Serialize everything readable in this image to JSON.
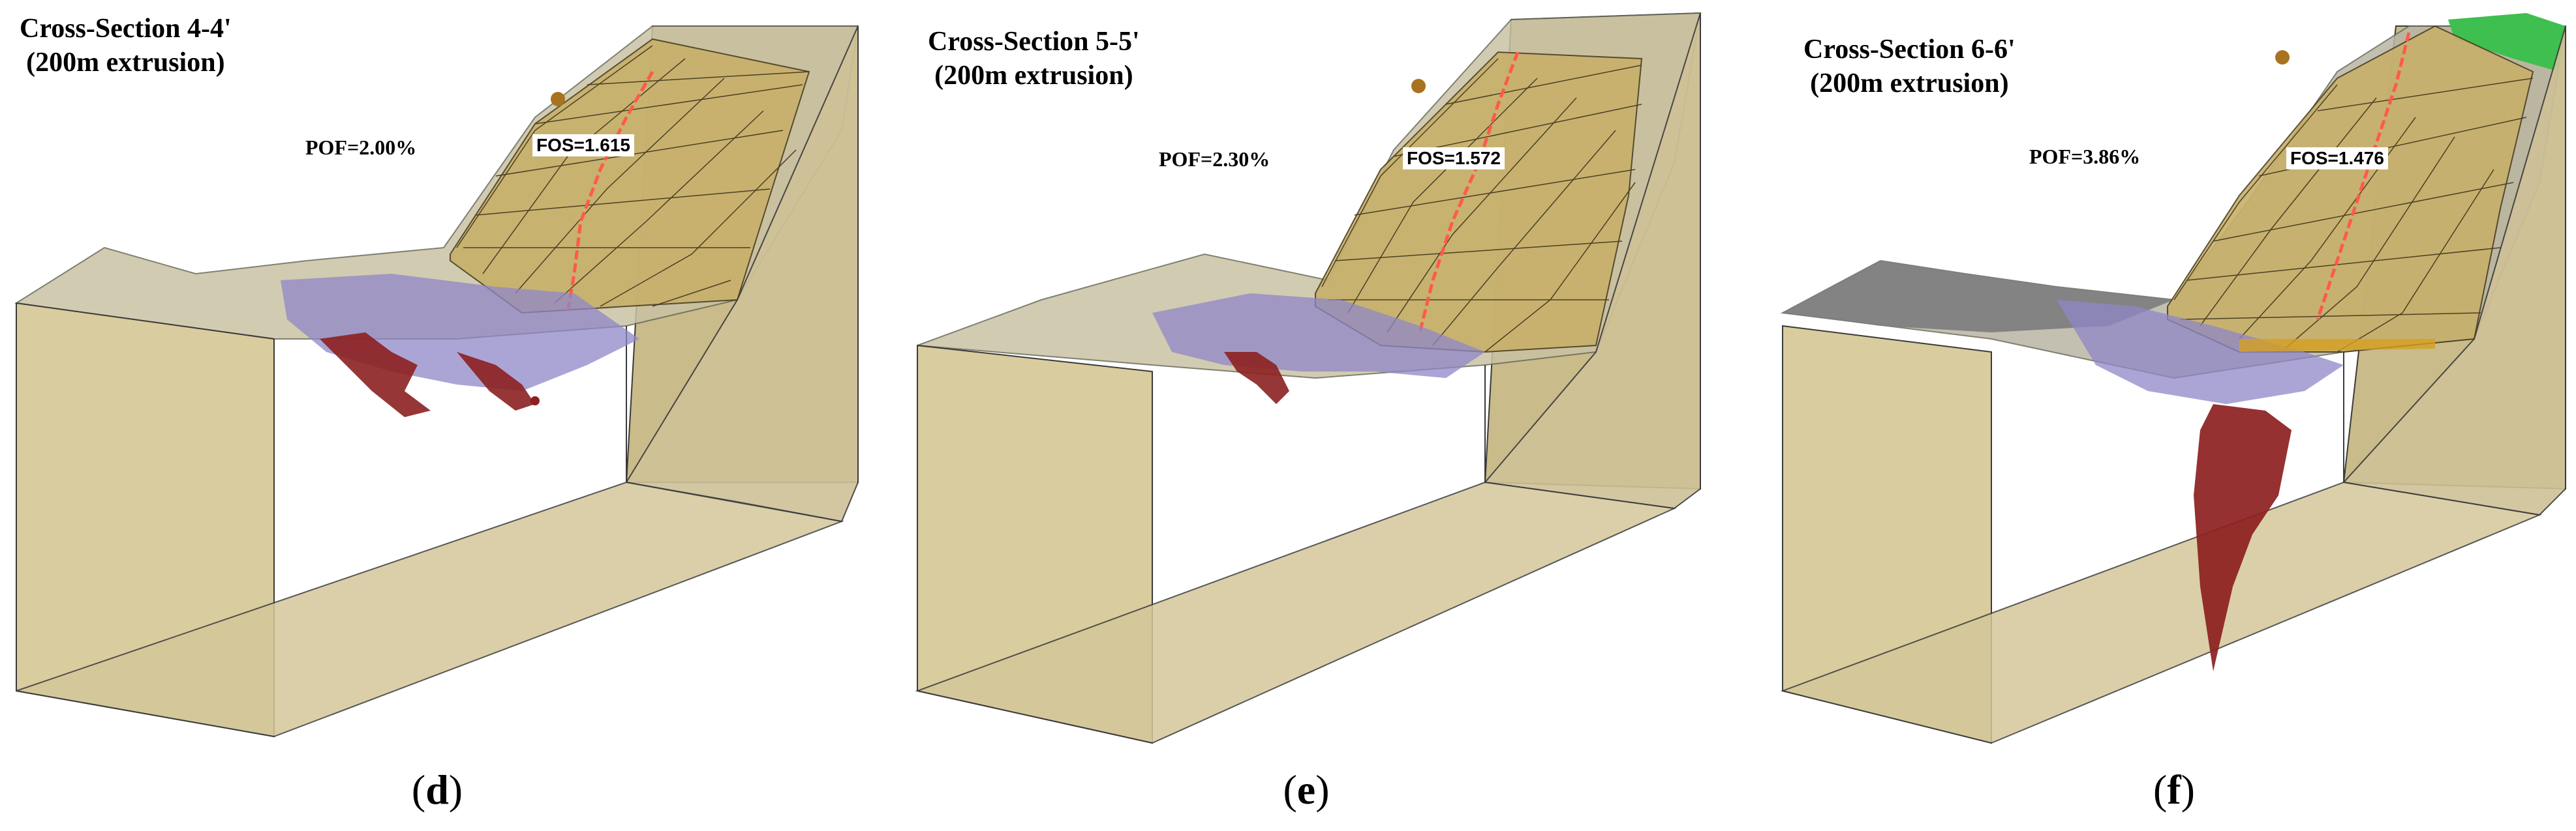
{
  "panels": [
    {
      "title_line1": "Cross-Section 4-4'",
      "title_line2": "(200m extrusion)",
      "pof": "POF=2.00%",
      "fos": "FOS=1.615",
      "label": "d"
    },
    {
      "title_line1": "Cross-Section 5-5'",
      "title_line2": "(200m extrusion)",
      "pof": "POF=2.30%",
      "fos": "FOS=1.572",
      "label": "e"
    },
    {
      "title_line1": "Cross-Section 6-6'",
      "title_line2": "(200m extrusion)",
      "pof": "POF=3.86%",
      "fos": "FOS=1.476",
      "label": "f"
    }
  ],
  "colors": {
    "block": "#d9cc9e",
    "block_edge": "#3a3a3a",
    "slip_surface": "#c8b06a",
    "slip_grid": "#4a3f22",
    "critical_line": "#ff5a4a",
    "plastic_blue": "#8f87c8",
    "plastic_red": "#8c2020",
    "ground_grey": "#7c7c80",
    "vegetation_green": "#3fbf4f",
    "marker": "#a8731e"
  }
}
